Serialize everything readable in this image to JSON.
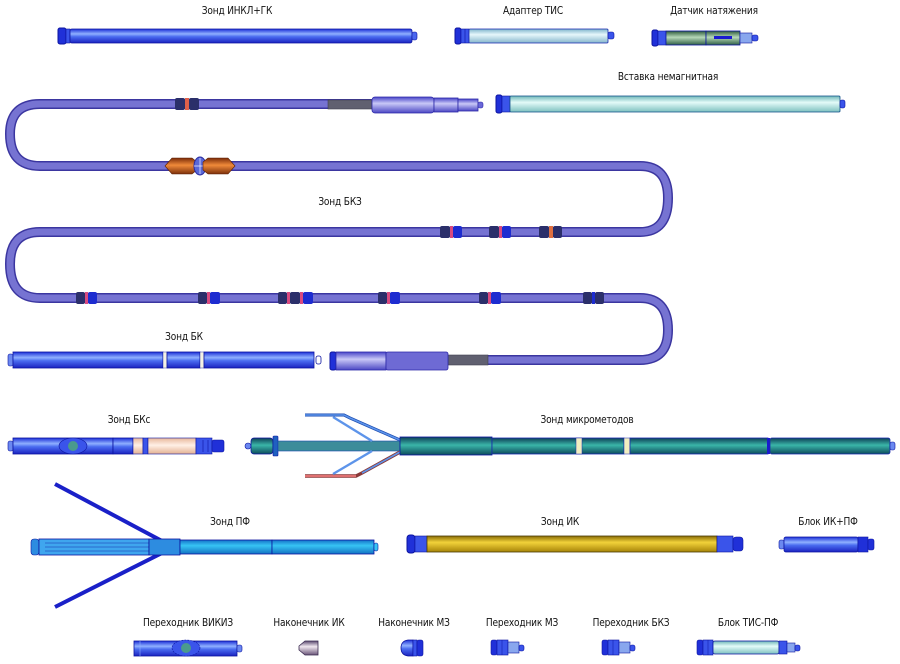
{
  "title": "Комплекс скважинных приборов — состав",
  "colors": {
    "cable": "#6b68c8",
    "cable_edge": "#3b36a0",
    "blue_tool": "#3f63e6",
    "light_blue": "#bfe3ee",
    "cyan_light": "#c7f0ec",
    "teal": "#1f8e8c",
    "yellow": "#e7c21a",
    "orange": "#d86a1f",
    "peach": "#f6d5bf",
    "cyan_tool": "#2fb5ec",
    "dark_blue": "#1a1ad0"
  },
  "labels": {
    "inkl_gk": "Зонд ИНКЛ+ГК",
    "adapter_tis": "Адаптер ТИС",
    "tension_sensor": "Датчик натяжения",
    "nonmagnetic_insert": "Вставка немагнитная",
    "bkz_probe": "Зонд БКЗ",
    "bk_probe": "Зонд БК",
    "bks_probe": "Зонд БКс",
    "micro_probe": "Зонд микрометодов",
    "pf_probe": "Зонд ПФ",
    "ik_probe": "Зонд ИК",
    "ik_pf_block": "Блок ИК+ПФ",
    "vikiz_adapter": "Переходник ВИКИЗ",
    "ik_tip": "Наконечник ИК",
    "mz_tip": "Наконечник МЗ",
    "mz_adapter": "Переходник МЗ",
    "bkz_adapter": "Переходник БКЗ",
    "tis_pf_block": "Блок ТИС-ПФ"
  }
}
